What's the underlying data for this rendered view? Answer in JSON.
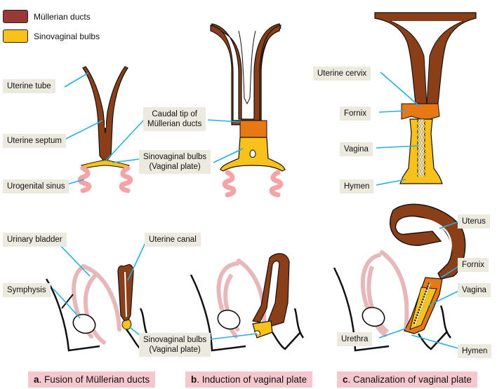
{
  "colors": {
    "mullerian": "#8b3f18",
    "mullerian_legend": "#9a3838",
    "sinovaginal": "#f9c21a",
    "orange_tip": "#e77814",
    "urogenital": "#f4a3a6",
    "bladder": "#e8b7b9",
    "label_bg": "#ece9df",
    "leader": "#22aee8",
    "caption_bg": "#f7c7ce"
  },
  "legend": [
    {
      "label": "Müllerian ducts",
      "color": "#9a3838"
    },
    {
      "label": "Sinovaginal bulbs",
      "color": "#f9c21a"
    }
  ],
  "top_labels": {
    "uterine_tube": "Uterine tube",
    "uterine_septum": "Uterine septum",
    "urogenital_sinus": "Urogenital sinus",
    "caudal_tip_line1": "Caudal tip of",
    "caudal_tip_line2": "Müllerian ducts",
    "sinovaginal_line1": "Sinovaginal bulbs",
    "sinovaginal_line2": "(Vaginal plate)",
    "uterine_cervix": "Uterine cervix",
    "fornix": "Fornix",
    "vagina": "Vagina",
    "hymen": "Hymen"
  },
  "bottom_labels": {
    "urinary_bladder": "Urinary bladder",
    "symphysis": "Symphysis",
    "uterine_canal": "Uterine canal",
    "sinovaginal_line1": "Sinovaginal bulbs",
    "sinovaginal_line2": "(Vaginal plate)",
    "uterus": "Uterus",
    "fornix": "Fornix",
    "vagina": "Vagina",
    "urethra": "Urethra",
    "hymen": "Hymen"
  },
  "captions": [
    {
      "letter": "a",
      "text": ". Fusion of Müllerian ducts"
    },
    {
      "letter": "b",
      "text": ". Induction of vaginal plate"
    },
    {
      "letter": "c",
      "text": ". Canalization of vaginal plate"
    }
  ]
}
